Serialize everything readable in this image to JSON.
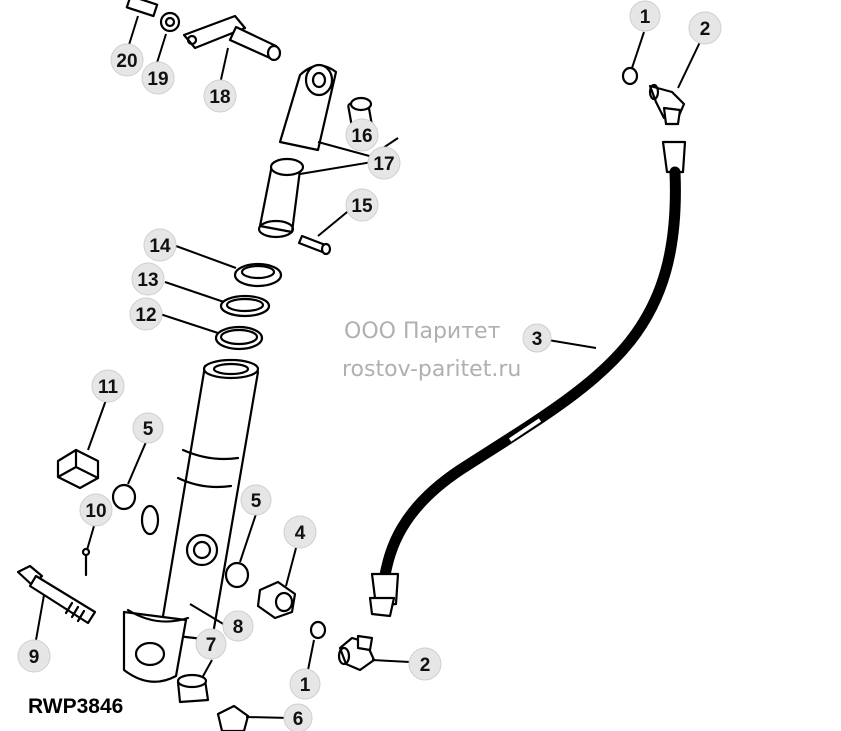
{
  "diagram": {
    "code": "RWP3846",
    "watermark": {
      "line1": "ООО Паритет",
      "line2": "rostov-paritet.ru"
    },
    "callouts": [
      "1",
      "2",
      "3",
      "4",
      "5",
      "6",
      "7",
      "8",
      "9",
      "10",
      "11",
      "12",
      "13",
      "14",
      "15",
      "16",
      "17",
      "18",
      "19",
      "20"
    ],
    "colors": {
      "ink": "#000000",
      "badge": "#e6e6e6",
      "watermark": "#b0b0b0"
    }
  }
}
